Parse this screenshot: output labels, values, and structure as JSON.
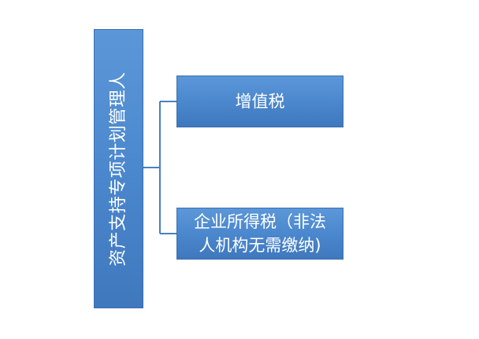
{
  "diagram": {
    "root": {
      "label": "资产支持专项计划管理人"
    },
    "children": [
      {
        "label": "增值税"
      },
      {
        "label": "企业所得税（非法\n人机构无需缴纳)"
      }
    ],
    "colors": {
      "box_fill": "#4a86cc",
      "connector": "#4a7fc0",
      "text": "#ffffff"
    }
  }
}
